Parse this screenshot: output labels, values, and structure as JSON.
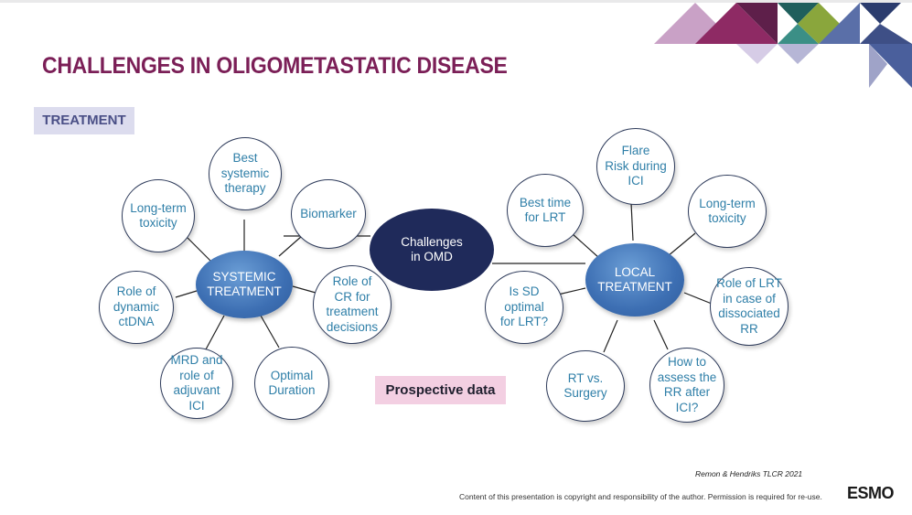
{
  "slide": {
    "title": "CHALLENGES IN OLIGOMETASTATIC DISEASE",
    "section_tag": "TREATMENT",
    "prospective_label": "Prospective data",
    "citation": "Remon & Hendriks TLCR 2021",
    "copyright": "Content of this presentation is copyright and responsibility of the author. Permission is required for re-use.",
    "logo": "ESMO"
  },
  "colors": {
    "title": "#7b1f57",
    "bubble_text": "#2f7fa8",
    "hub_blue": "#3d6fb3",
    "center_navy": "#1f2a5a",
    "tag_bg": "#dcdcee",
    "prospective_bg": "#f3cfe2"
  },
  "center": {
    "label": "Challenges\nin OMD"
  },
  "systemic": {
    "label": "SYSTEMIC\nTREATMENT",
    "items": [
      "Best\nsystemic\ntherapy",
      "Biomarker",
      "Role of\nCR for\ntreatment\ndecisions",
      "Optimal\nDuration",
      "MRD and\nrole of\nadjuvant\nICI",
      "Role of\ndynamic\nctDNA",
      "Long-term\ntoxicity"
    ]
  },
  "local": {
    "label": "LOCAL\nTREATMENT",
    "items": [
      "Flare\nRisk during\nICI",
      "Long-term\ntoxicity",
      "Role of LRT\nin case of\ndissociated\nRR",
      "How to\nassess the\nRR after\nICI?",
      "RT vs.\nSurgery",
      "Is SD\noptimal\nfor LRT?",
      "Best time\nfor LRT"
    ]
  }
}
